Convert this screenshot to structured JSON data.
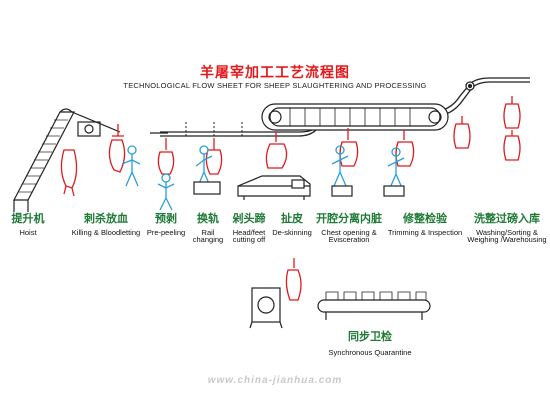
{
  "title_cn": "羊屠宰加工工艺流程图",
  "title_en": "TECHNOLOGICAL FLOW SHEET FOR SHEEP SLAUGHTERING AND PROCESSING",
  "steps": [
    {
      "cn": "提升机",
      "en": "Hoist"
    },
    {
      "cn": "刺杀放血",
      "en": "Killing & Bloodletting"
    },
    {
      "cn": "预剥",
      "en": "Pre-peeling"
    },
    {
      "cn": "换轨",
      "en": "Rail changing"
    },
    {
      "cn": "剁头蹄",
      "en": "Head/feet\ncutting off"
    },
    {
      "cn": "扯皮",
      "en": "De-skinning"
    },
    {
      "cn": "开腔分离内脏",
      "en": "Chest opening &\nEvisceration"
    },
    {
      "cn": "修整检验",
      "en": "Trimming & Inspection"
    },
    {
      "cn": "洗整过磅入库",
      "en": "Washing/Sorting &\nWeighing /Warehousing"
    }
  ],
  "quarantine": {
    "cn": "同步卫检",
    "en": "Synchronous Quarantine"
  },
  "watermark": "www.china-jianhua.com",
  "colors": {
    "title": "#e3191c",
    "label_cn": "#1e7a35",
    "carcass": "#e3191c",
    "worker": "#2a9fd8",
    "equipment": "#222222"
  }
}
